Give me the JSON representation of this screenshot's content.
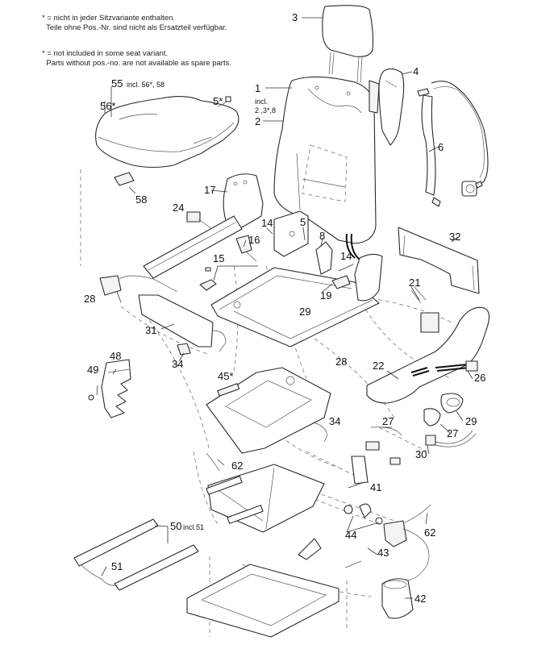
{
  "notes": {
    "german_line1": "* = nicht in jeder Sitzvariante enthalten.",
    "german_line2": "  Teile ohne Pos.-Nr. sind nicht als Ersatzteil verfügbar.",
    "english_line1": "* = not included in some seat variant.",
    "english_line2": "  Parts without pos.-no. are not available as spare parts."
  },
  "labels": {
    "p1": "1",
    "p1_incl_a": "incl.",
    "p1_incl_b": "2 ,3*,8",
    "p2": "2",
    "p3": "3",
    "p4": "4",
    "p5_star": "5*",
    "p5": "5",
    "p6": "6",
    "p8": "8",
    "p14_a": "14",
    "p14_b": "14",
    "p15": "15",
    "p16": "16",
    "p17": "17",
    "p19": "19",
    "p21": "21",
    "p22": "22",
    "p24": "24",
    "p26": "26",
    "p27_a": "27",
    "p27_b": "27",
    "p28_a": "28",
    "p28_b": "28",
    "p29_a": "29",
    "p29_b": "29",
    "p30": "30",
    "p31": "31",
    "p32": "32",
    "p34_a": "34",
    "p34_b": "34",
    "p41": "41",
    "p42": "42",
    "p43": "43",
    "p44": "44",
    "p45": "45*",
    "p48": "48",
    "p49": "49",
    "p50": "50",
    "p50_incl": "incl.51",
    "p51": "51",
    "p55": "55",
    "p55_incl": "incl. 56*, 58",
    "p56": "56*",
    "p58": "58",
    "p62_a": "62",
    "p62_b": "62"
  }
}
